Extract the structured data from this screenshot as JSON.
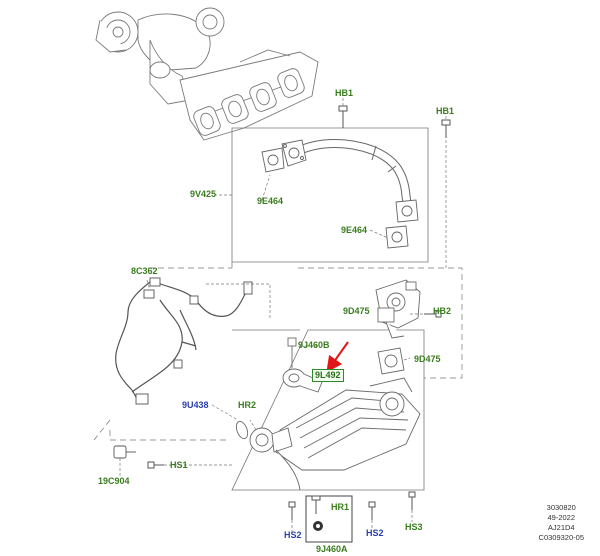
{
  "callouts": {
    "hb1_top": "HB1",
    "hb1_right": "HB1",
    "c9v425": "9V425",
    "c9e464_left": "9E464",
    "c9e464_right": "9E464",
    "c8c362": "8C362",
    "c9d475_top": "9D475",
    "hb2": "HB2",
    "c9j460b": "9J460B",
    "c9d475_bottom": "9D475",
    "c9l492": "9L492",
    "c9u438": "9U438",
    "hr2": "HR2",
    "hs1": "HS1",
    "c19c904": "19C904",
    "hr1": "HR1",
    "hs2_left": "HS2",
    "hs2_right": "HS2",
    "hs3": "HS3",
    "c9j460a": "9J460A"
  },
  "footer": {
    "line1": "3030820",
    "line2": "49-2022",
    "line3": "AJ21D4",
    "line4": "C0309320-05"
  },
  "colors": {
    "green": "#3a7d1e",
    "blue": "#2a3fb0",
    "arrow_red": "#e01818",
    "line": "#555555"
  },
  "icons": {
    "pointer_arrow": "red-arrow-icon"
  }
}
